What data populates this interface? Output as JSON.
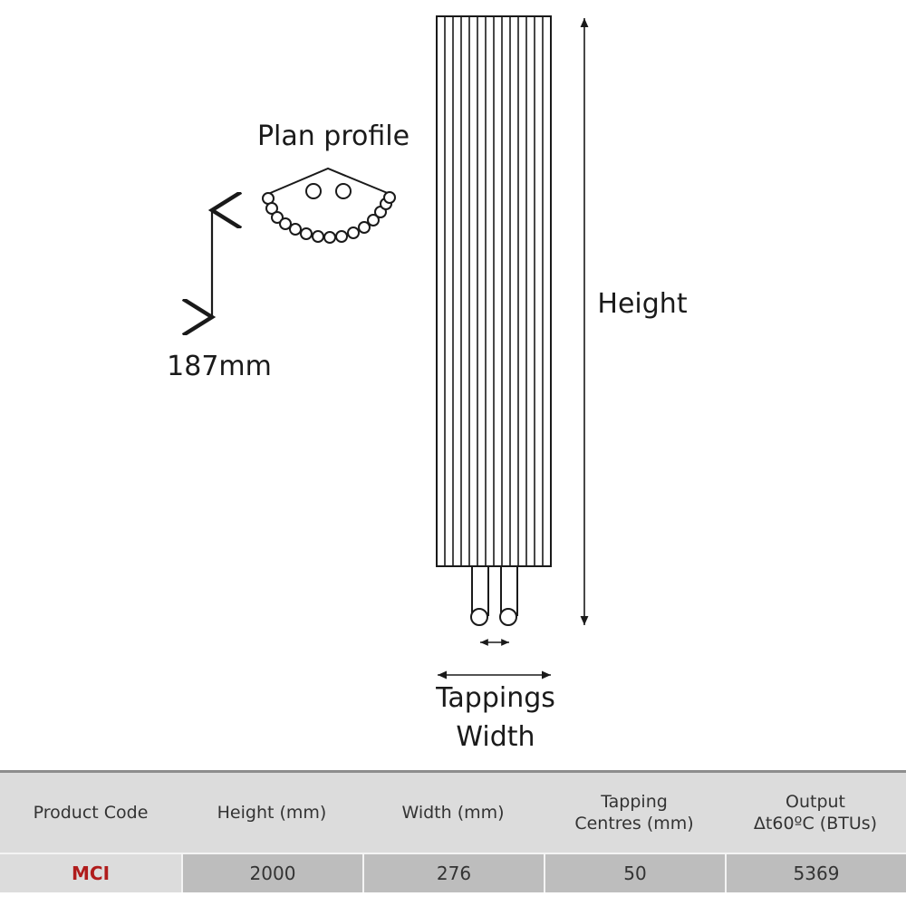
{
  "diagram": {
    "plan_profile_label": "Plan profile",
    "depth_label": "187mm",
    "height_label": "Height",
    "tappings_label": "Tappings",
    "width_label": "Width"
  },
  "table": {
    "headers": [
      "Product Code",
      "Height  (mm)",
      "Width (mm)",
      "Tapping\nCentres (mm)",
      "Output\nΔt60ºC (BTUs)"
    ],
    "row": [
      "MCI",
      "2000",
      "276",
      "50",
      "5369"
    ]
  },
  "colors": {
    "product_code": "#b01c1c",
    "header_bg": "#dcdcdc",
    "row_bg": "#bdbdbd",
    "line": "#1a1a1a"
  }
}
